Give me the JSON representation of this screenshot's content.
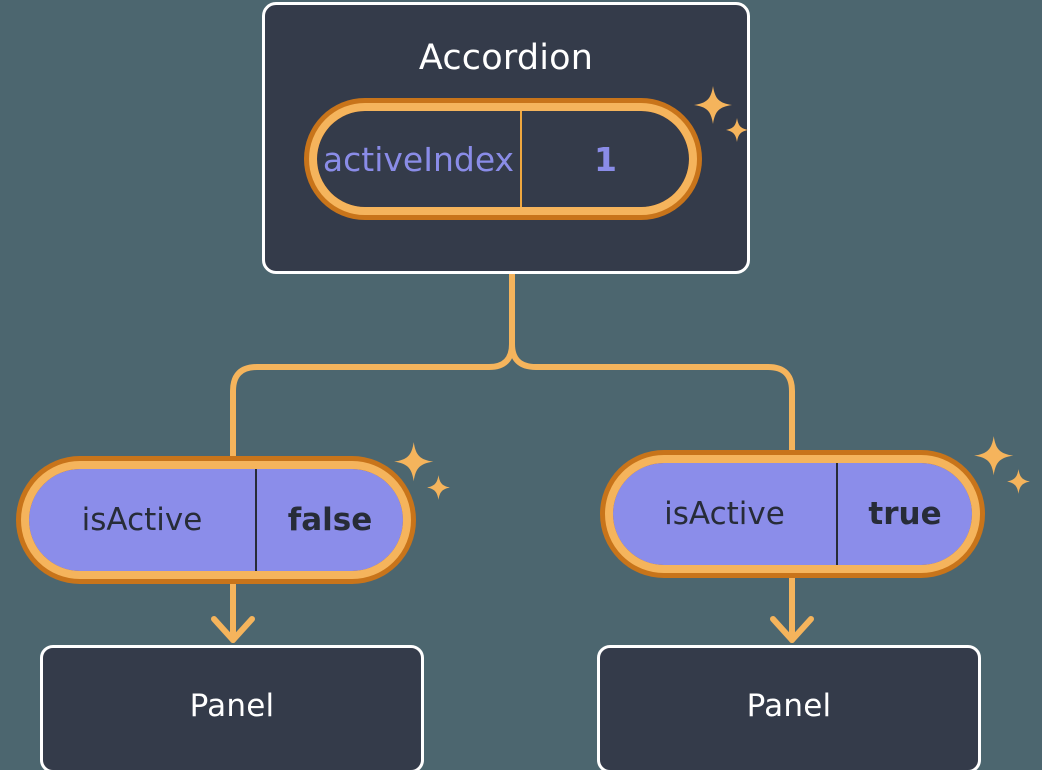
{
  "theme": {
    "background": "#4c666f",
    "box_fill": "#343b4a",
    "box_border": "#ffffff",
    "ring_outer": "#c8741a",
    "ring_inner": "#f5b45c",
    "wire": "#f5b45c",
    "pill_fill_purple": "#8b8dea",
    "text_purple": "#8a8ce8",
    "text_dark": "#272c38",
    "text_light": "#ffffff"
  },
  "diagram": {
    "root": {
      "title": "Accordion",
      "state": {
        "key": "activeIndex",
        "value": "1"
      }
    },
    "branches": [
      {
        "prop": {
          "key": "isActive",
          "value": "false"
        },
        "child": {
          "title": "Panel"
        }
      },
      {
        "prop": {
          "key": "isActive",
          "value": "true"
        },
        "child": {
          "title": "Panel"
        }
      }
    ]
  },
  "icons": {
    "sparkle_large": "sparkle-large-icon",
    "sparkle_small": "sparkle-small-icon",
    "arrow_down": "arrow-down-icon"
  }
}
